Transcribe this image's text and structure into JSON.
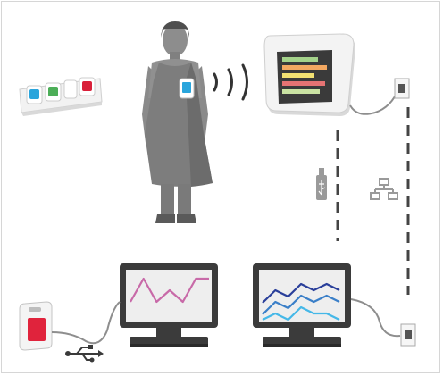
{
  "colors": {
    "frame_border": "#d6d6d6",
    "apron": "#7d7d7d",
    "apron_dark": "#656565",
    "skin": "#8d8d8d",
    "hair": "#4f4f4f",
    "display_frame": "#f3f3f3",
    "display_shadow": "#d9d9d9",
    "monitor_body": "#3b3b3b",
    "monitor_screen": "#eeeeee",
    "cable": "#8e8e8e",
    "dashed_line": "#444444",
    "accent_pink": "#c86aa8",
    "accent_blue_dark": "#2a3f9a",
    "accent_blue_mid": "#3a7fc8",
    "accent_cyan": "#45b8e8",
    "dosimeter_red": "#e0233c",
    "rack_blue": "#2aa5dc",
    "rack_green": "#4cae58",
    "rack_red": "#d91f39",
    "bar_green": "#a4d28a",
    "bar_orange": "#f3a861",
    "bar_yellow": "#f2e072",
    "bar_red": "#e57373",
    "bar_lightgreen": "#c9e2a2"
  },
  "icons": {
    "wireless": "wireless-signal-icon",
    "usb_vertical": "usb-drive-icon",
    "network": "network-icon",
    "usb_horizontal": "usb-symbol-icon"
  },
  "chart_data": [
    {
      "type": "line",
      "series": [
        {
          "values": [
            2,
            4,
            2,
            3,
            2,
            4,
            4
          ]
        }
      ]
    },
    {
      "type": "line",
      "series": [
        {
          "values": [
            1,
            3,
            2,
            4,
            3,
            4,
            3
          ]
        },
        {
          "values": [
            0,
            2,
            1,
            3,
            2,
            3,
            2
          ]
        },
        {
          "values": [
            0,
            1,
            0,
            2,
            1,
            1,
            0
          ]
        }
      ]
    }
  ]
}
